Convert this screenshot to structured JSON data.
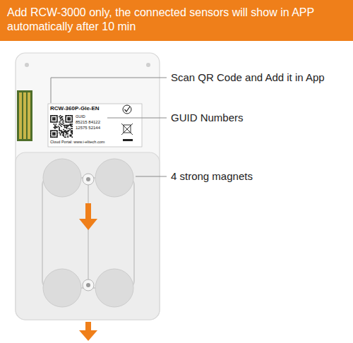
{
  "diagram": {
    "nodes": [
      {
        "text": [
          "Add RCW-3000 only, the connected sensors will show in APP automatically after 10 min"
        ]
      },
      {
        "text": [
          "RCW-360P-Gle-EN",
          "GUID",
          "85215 84122 12575 52144",
          "Cloud Portal: www.i-elitech.com"
        ]
      }
    ],
    "labels": [
      "Scan QR Code and Add it in App",
      "GUID Numbers",
      "4 strong magnets"
    ]
  }
}
